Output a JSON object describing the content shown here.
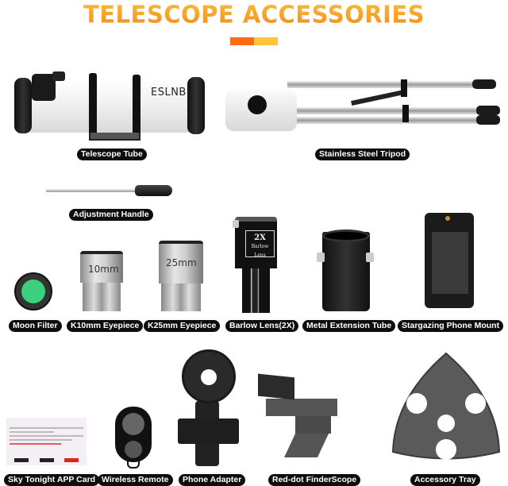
{
  "header": {
    "title": "TELESCOPE ACCESSORIES",
    "accent_colors": [
      "#fb6a18",
      "#fdc43d"
    ]
  },
  "products": {
    "telescope_tube": {
      "label": "Telescope Tube",
      "brand": "ESLNB"
    },
    "tripod": {
      "label": "Stainless Steel Tripod"
    },
    "adjustment_handle": {
      "label": "Adjustment Handle"
    },
    "moon_filter": {
      "label": "Moon Filter",
      "color": "#3ad07c"
    },
    "k10_eyepiece": {
      "label": "K10mm Eyepiece",
      "marking": "10mm"
    },
    "k25_eyepiece": {
      "label": "K25mm Eyepiece",
      "marking": "25mm"
    },
    "barlow_lens": {
      "label": "Barlow Lens(2X)",
      "marking_line1": "2X",
      "marking_line2": "Barlow Lens"
    },
    "extension_tube": {
      "label": "Metal Extension Tube"
    },
    "phone_mount": {
      "label": "Stargazing Phone Mount"
    },
    "app_card": {
      "label": "Sky Tonight APP Card"
    },
    "wireless_remote": {
      "label": "Wireless Remote"
    },
    "phone_adapter": {
      "label": "Phone Adapter"
    },
    "finderscope": {
      "label": "Red-dot FinderScope"
    },
    "accessory_tray": {
      "label": "Accessory Tray"
    }
  }
}
